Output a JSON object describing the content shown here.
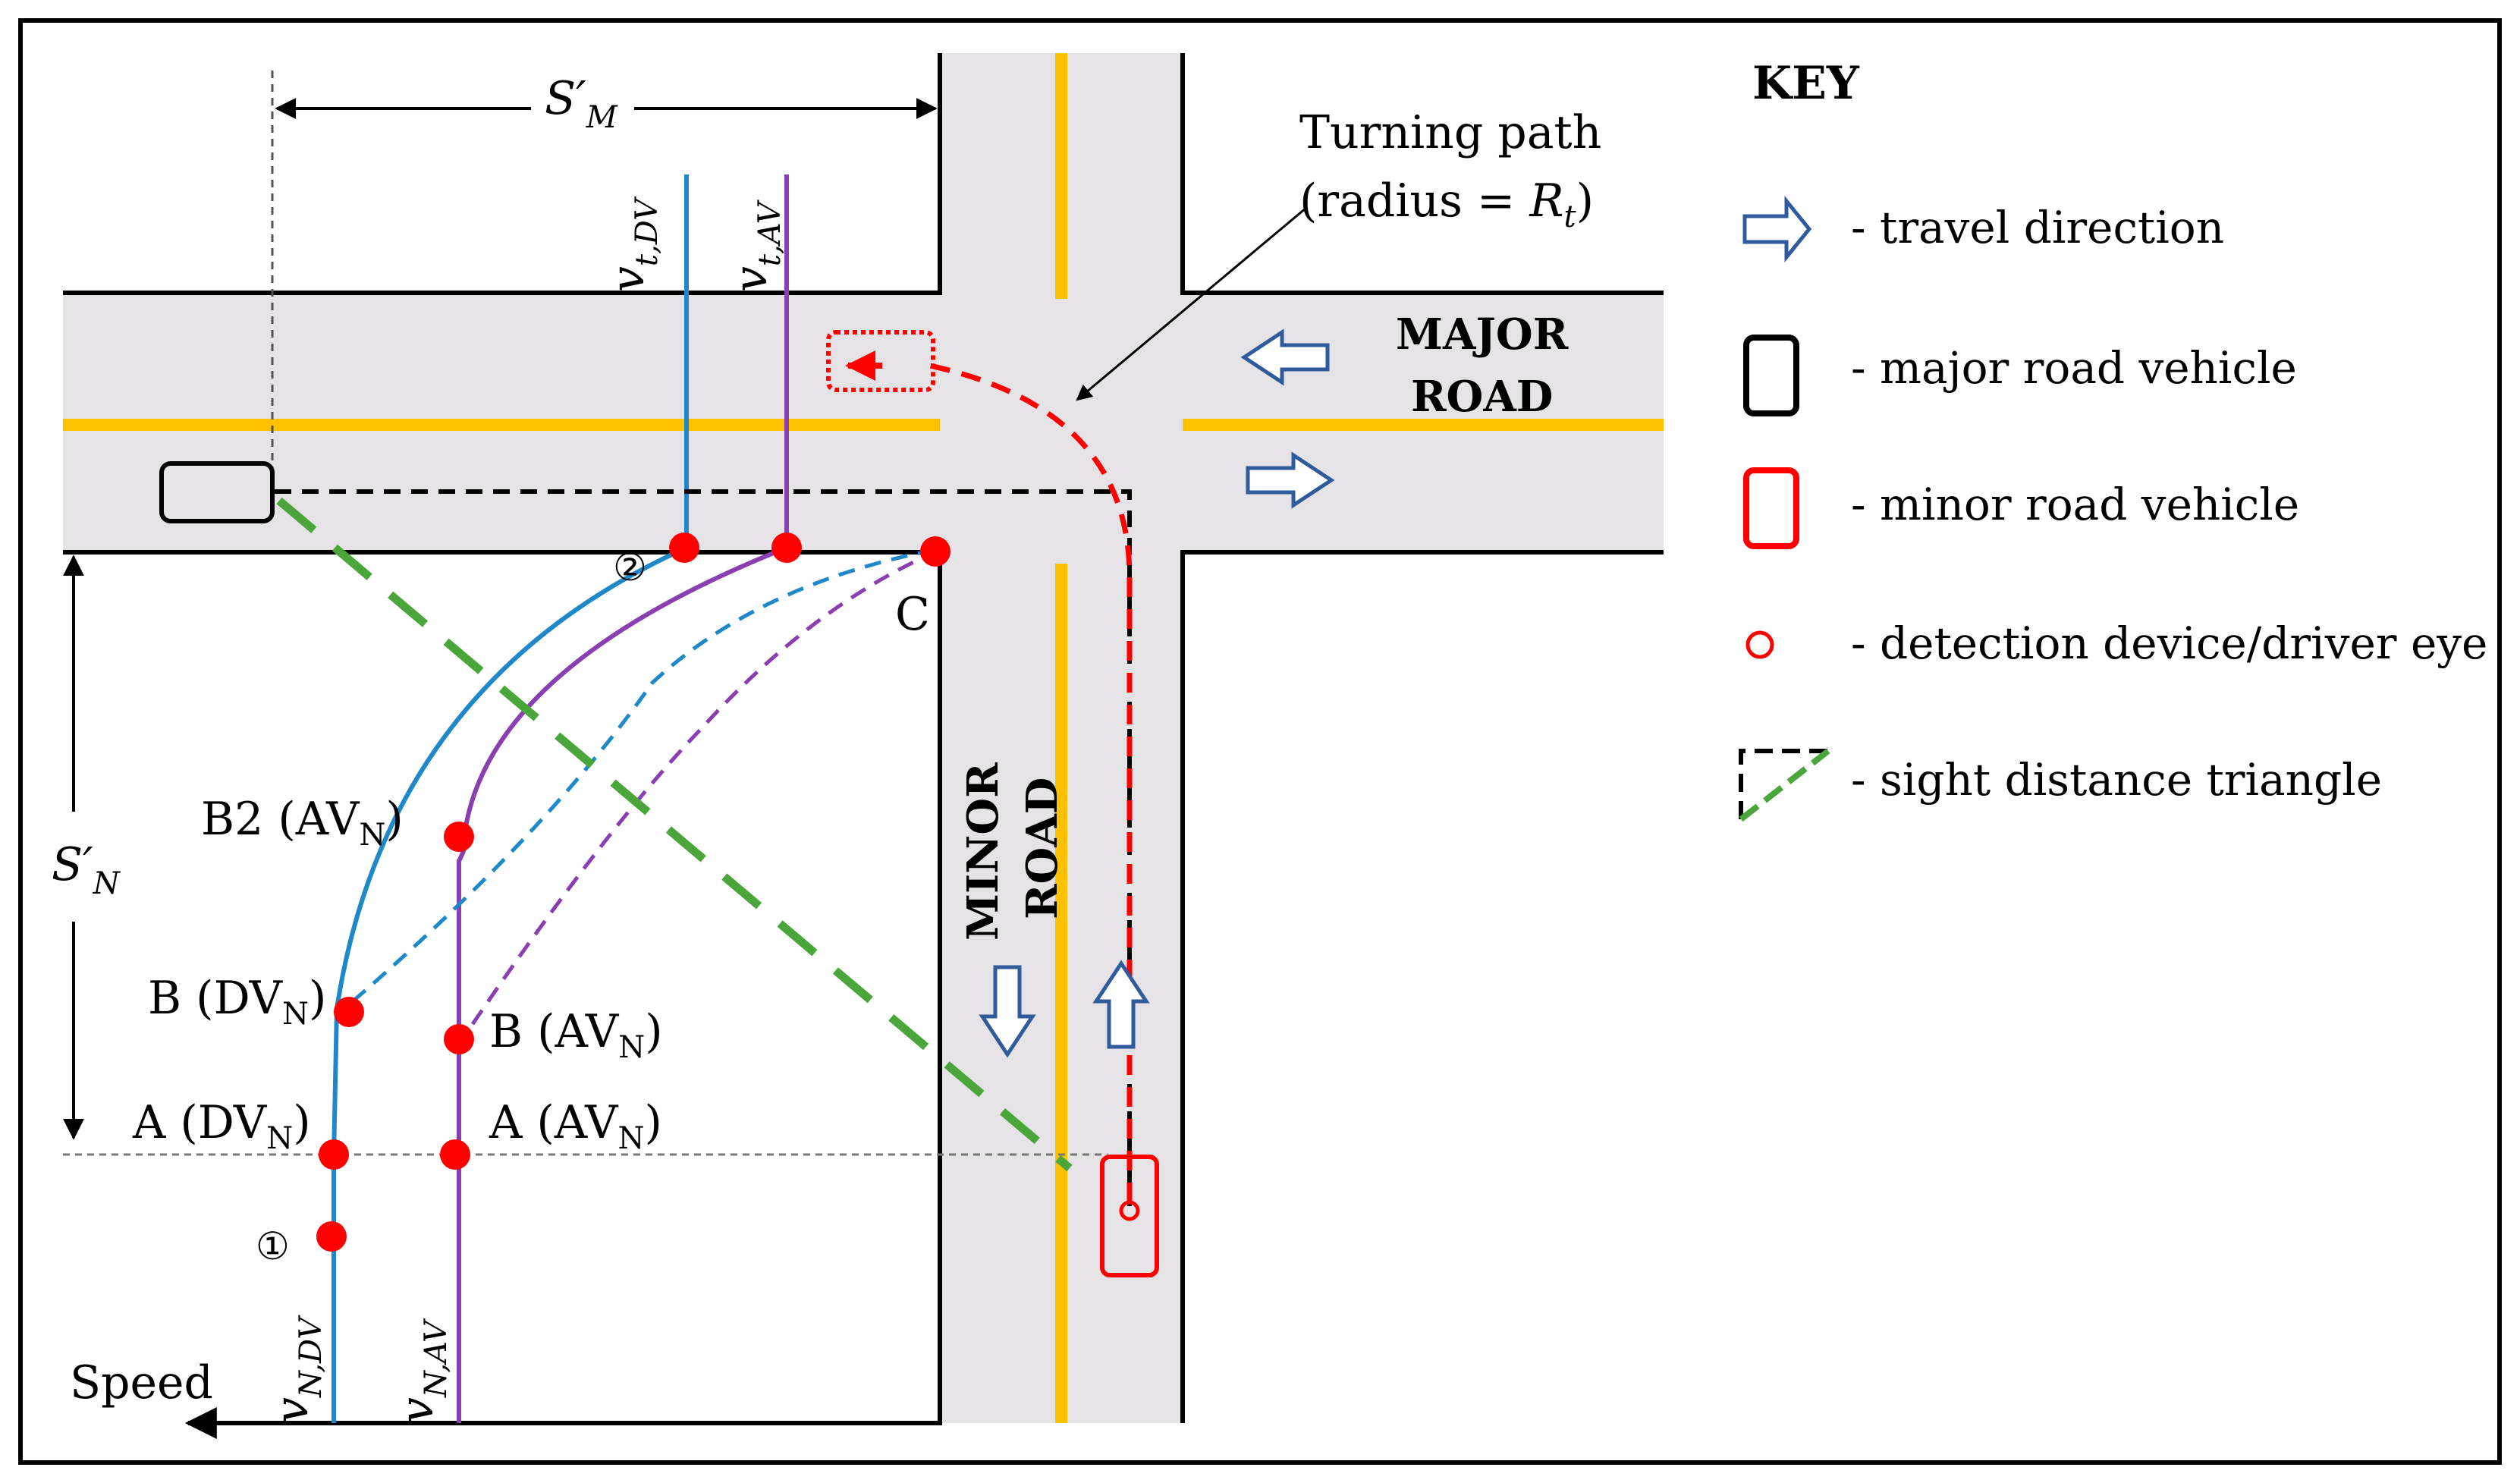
{
  "labels": {
    "sm": "S′",
    "sm_sub": "M",
    "sn": "S′",
    "sn_sub": "N",
    "turning_path_1": "Turning path",
    "turning_path_2": "(radius = ",
    "turning_path_R": "R",
    "turning_path_Rsub": "t",
    "turning_path_close": ")",
    "vt_dv": "v",
    "vt_dv_sub": "t,DV",
    "vt_av": "v",
    "vt_av_sub": "t,AV",
    "vn_dv": "v",
    "vn_dv_sub": "N,DV",
    "vn_av": "v",
    "vn_av_sub": "N,AV",
    "speed": "Speed",
    "major_road_1": "MAJOR",
    "major_road_2": "ROAD",
    "minor_road_1": "MINOR",
    "minor_road_2": "ROAD",
    "circle1": "①",
    "circle2": "②",
    "point_c": "C",
    "b2": "B2 (AV",
    "b2_sub": "N",
    "b2_close": ")",
    "b_dv": "B (DV",
    "b_dv_sub": "N",
    "b_dv_close": ")",
    "b_av": "B (AV",
    "b_av_sub": "N",
    "b_av_close": ")",
    "a_dv": "A (DV",
    "a_dv_sub": "N",
    "a_dv_close": ")",
    "a_av": "A (AV",
    "a_av_sub": "N",
    "a_av_close": ")"
  },
  "key": {
    "title": "KEY",
    "items": [
      {
        "icon": "arrow-outline-icon",
        "text": "- travel direction"
      },
      {
        "icon": "black-rectangle-icon",
        "text": "- major road vehicle"
      },
      {
        "icon": "red-rectangle-icon",
        "text": "- minor road vehicle"
      },
      {
        "icon": "red-circle-icon",
        "text": "- detection device/driver eye"
      },
      {
        "icon": "triangle-icon",
        "text": "- sight distance triangle"
      }
    ]
  },
  "colors": {
    "road": "#e6e3e6",
    "centerline": "#ffc000",
    "dv_curve": "#1e88c8",
    "av_curve": "#8a3fb0",
    "points": "#ff0000",
    "sight_line": "#4aa63a",
    "arrow": "#2f5a9c"
  }
}
